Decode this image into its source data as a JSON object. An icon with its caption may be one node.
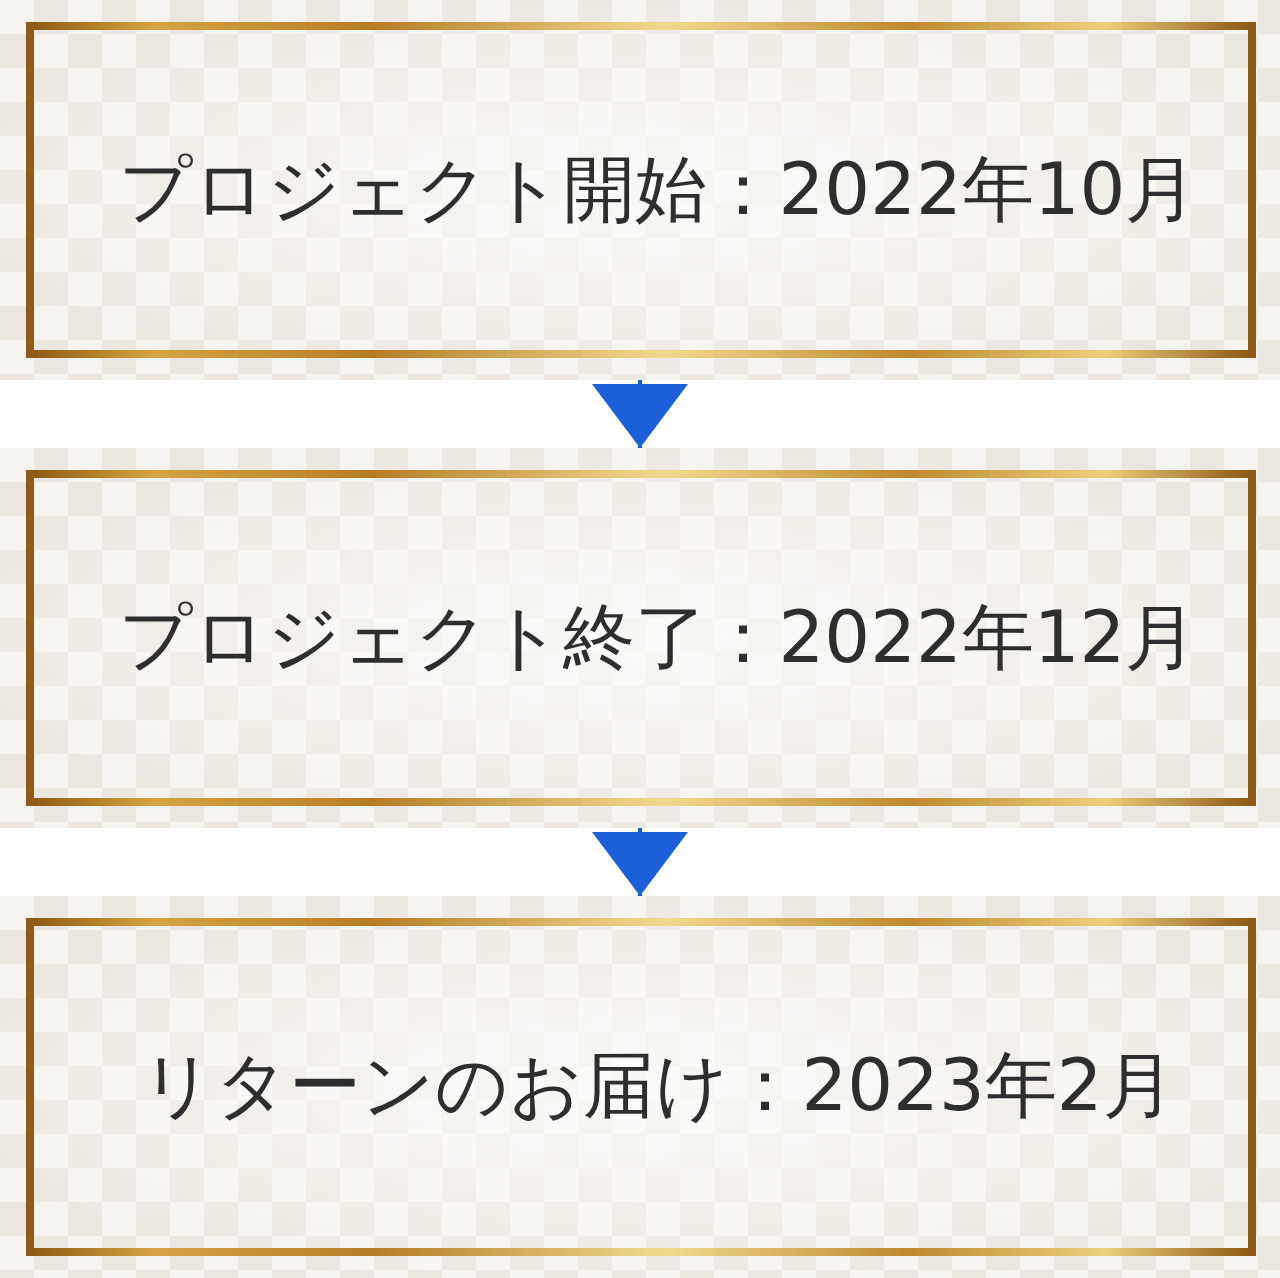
{
  "diagram": {
    "nodes": [
      {
        "text": [
          "プロジェクト開始：2022年10月"
        ]
      },
      {
        "text": [
          "プロジェクト終了：2022年12月"
        ]
      },
      {
        "text": [
          "リターンのお届け：2023年2月"
        ]
      }
    ],
    "edges": [
      {
        "from": 0,
        "to": 1,
        "arrow": "to"
      },
      {
        "from": 1,
        "to": 2,
        "arrow": "to"
      }
    ]
  }
}
